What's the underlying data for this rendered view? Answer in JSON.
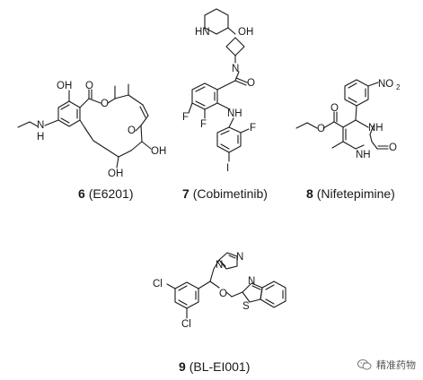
{
  "compounds": [
    {
      "number": "6",
      "name": "(E6201)",
      "atom_labels": {
        "oh_phenol": "OH",
        "nh_amine": "N",
        "nh_h": "H",
        "ester_o_carbonyl": "O",
        "ester_o_ring": "O",
        "ketone_o": "O",
        "oh_a": "OH",
        "oh_b": "OH"
      }
    },
    {
      "number": "7",
      "name": "(Cobimetinib)",
      "atom_labels": {
        "piperidine_nh": "HN",
        "oh": "OH",
        "azetidine_n": "N",
        "amide_o": "O",
        "f_a": "F",
        "f_b": "F",
        "nh_link": "NH",
        "f_c": "F",
        "iodo": "I"
      }
    },
    {
      "number": "8",
      "name": "(Nifetepimine)",
      "atom_labels": {
        "nitro": "NO",
        "nitro_sub": "2",
        "ester_o_carbonyl": "O",
        "ester_o_ether": "O",
        "nh_top": "NH",
        "nh_bottom": "NH",
        "urea_o": "O"
      }
    },
    {
      "number": "9",
      "name": "(BL-EI001)",
      "atom_labels": {
        "imid_n1": "N",
        "imid_n2": "N",
        "cl_a": "Cl",
        "cl_b": "Cl",
        "ether_o": "O",
        "thiazole_n": "N",
        "thiazole_s": "S"
      }
    }
  ],
  "watermark": {
    "text": "精准药物",
    "icon": "wechat-icon"
  }
}
